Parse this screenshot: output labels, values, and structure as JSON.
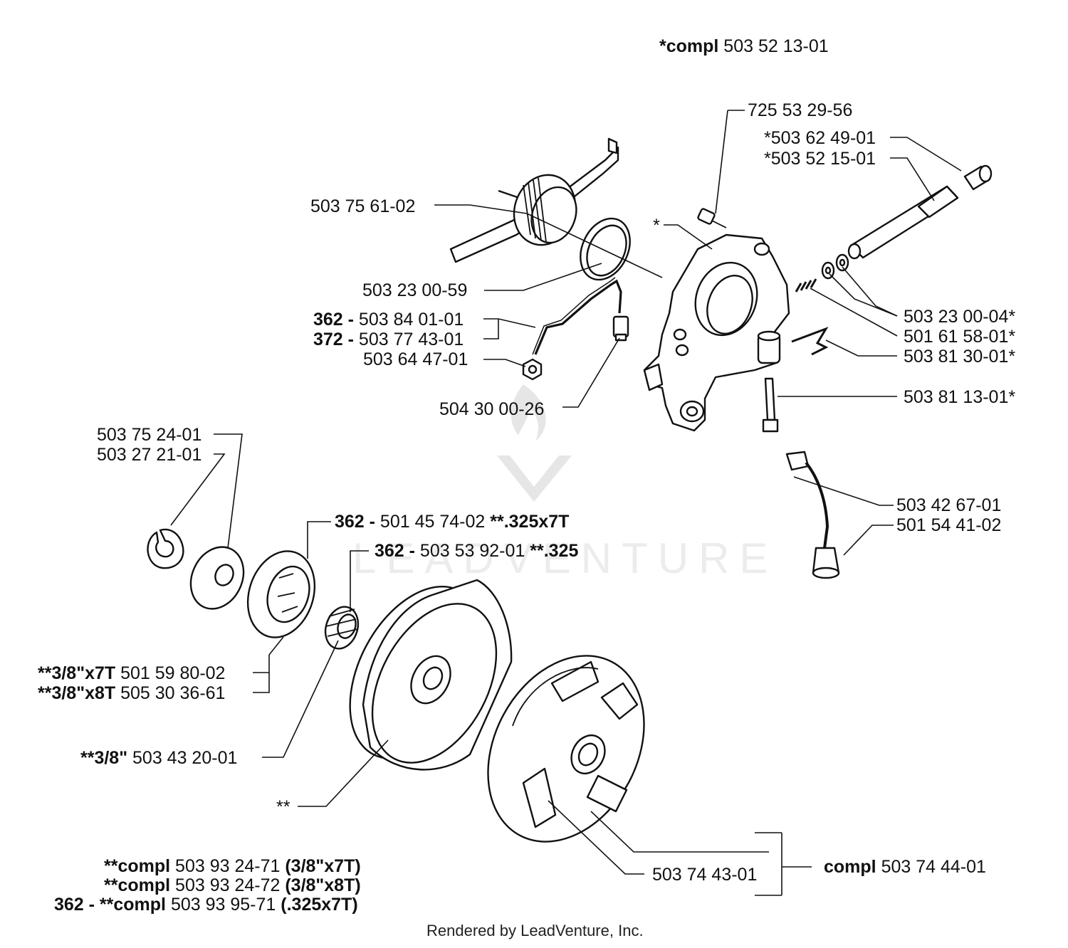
{
  "labels": {
    "compl_top": {
      "b": "*compl",
      "t": " 503 52 13-01"
    },
    "p725532956": {
      "t": "725 53 29-56"
    },
    "p503624901": {
      "t": "*503 62 49-01"
    },
    "p503521501": {
      "t": "*503 52 15-01"
    },
    "p503756102": {
      "t": "503 75 61-02"
    },
    "star": {
      "t": "*"
    },
    "p503230059": {
      "t": "503 23 00-59"
    },
    "p503840101": {
      "b": "362 -",
      "t": " 503 84 01-01"
    },
    "p503774301": {
      "b": "372 -",
      "t": " 503 77 43-01"
    },
    "p503644701": {
      "t": "503 64 47-01"
    },
    "p504300026": {
      "t": "504 30 00-26"
    },
    "p503230004": {
      "t": "503 23 00-04*"
    },
    "p501615801": {
      "t": "501 61 58-01*"
    },
    "p503813001": {
      "t": "503 81 30-01*"
    },
    "p503811301": {
      "t": "503 81 13-01*"
    },
    "p503752401": {
      "t": "503 75 24-01"
    },
    "p503272101": {
      "t": "503 27 21-01"
    },
    "p503426701": {
      "t": "503 42 67-01"
    },
    "p501544102": {
      "t": "501 54 41-02"
    },
    "p501457402": {
      "b": "362 -",
      "t": " 501 45 74-02 ",
      "b2": "**.325x7T"
    },
    "p503539201": {
      "b": "362 -",
      "t": " 503 53 92-01 ",
      "b2": "**.325"
    },
    "p501598002": {
      "b": "**3/8\"x7T",
      "t": " 501 59 80-02"
    },
    "p505303661": {
      "b": "**3/8\"x8T",
      "t": " 505 30 36-61"
    },
    "p503432001": {
      "b": "**3/8\"",
      "t": " 503 43 20-01"
    },
    "dstar": {
      "t": "**"
    },
    "p503744301": {
      "t": "503 74 43-01"
    },
    "compl_clutch": {
      "b": "compl",
      "t": " 503 74 44-01"
    },
    "compl_1": {
      "b": "**compl",
      "t": " 503 93 24-71 ",
      "b2": "(3/8\"x7T)"
    },
    "compl_2": {
      "b": "**compl",
      "t": " 503 93 24-72 ",
      "b2": "(3/8\"x8T)"
    },
    "compl_3": {
      "b": "362 - **compl",
      "t": " 503 93 95-71 ",
      "b2": "(.325x7T)"
    }
  },
  "watermark": {
    "text": "LEADVENTURE"
  },
  "footer": {
    "text": "Rendered by LeadVenture, Inc."
  }
}
